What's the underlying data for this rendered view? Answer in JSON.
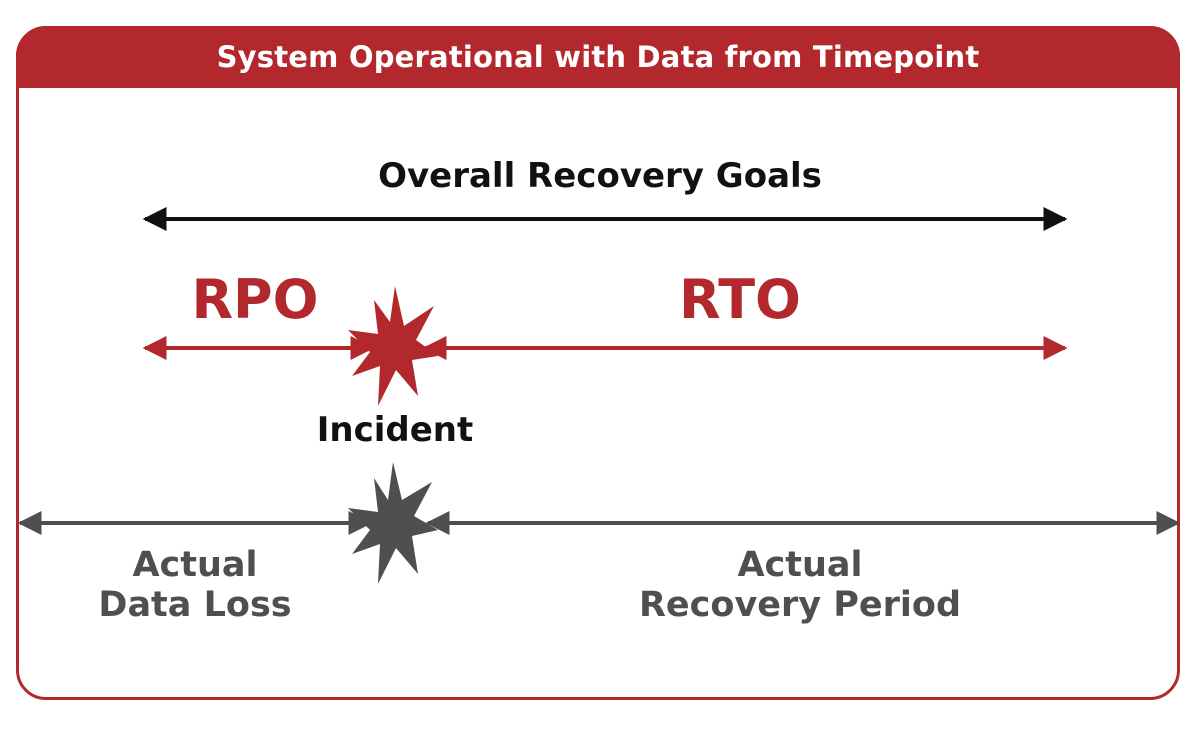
{
  "header": {
    "title": "System Operational with Data from Timepoint"
  },
  "goals": {
    "label": "Overall Recovery Goals"
  },
  "rpo": {
    "label": "RPO"
  },
  "rto": {
    "label": "RTO"
  },
  "incident": {
    "label": "Incident"
  },
  "actual_loss": {
    "line1": "Actual",
    "line2": "Data Loss"
  },
  "actual_period": {
    "line1": "Actual",
    "line2": "Recovery Period"
  },
  "colors": {
    "accent": "#b3282c",
    "dark": "#111111",
    "gray": "#4f4f4f"
  },
  "icons": {
    "goal_burst": "starburst-icon",
    "actual_burst": "starburst-icon"
  }
}
